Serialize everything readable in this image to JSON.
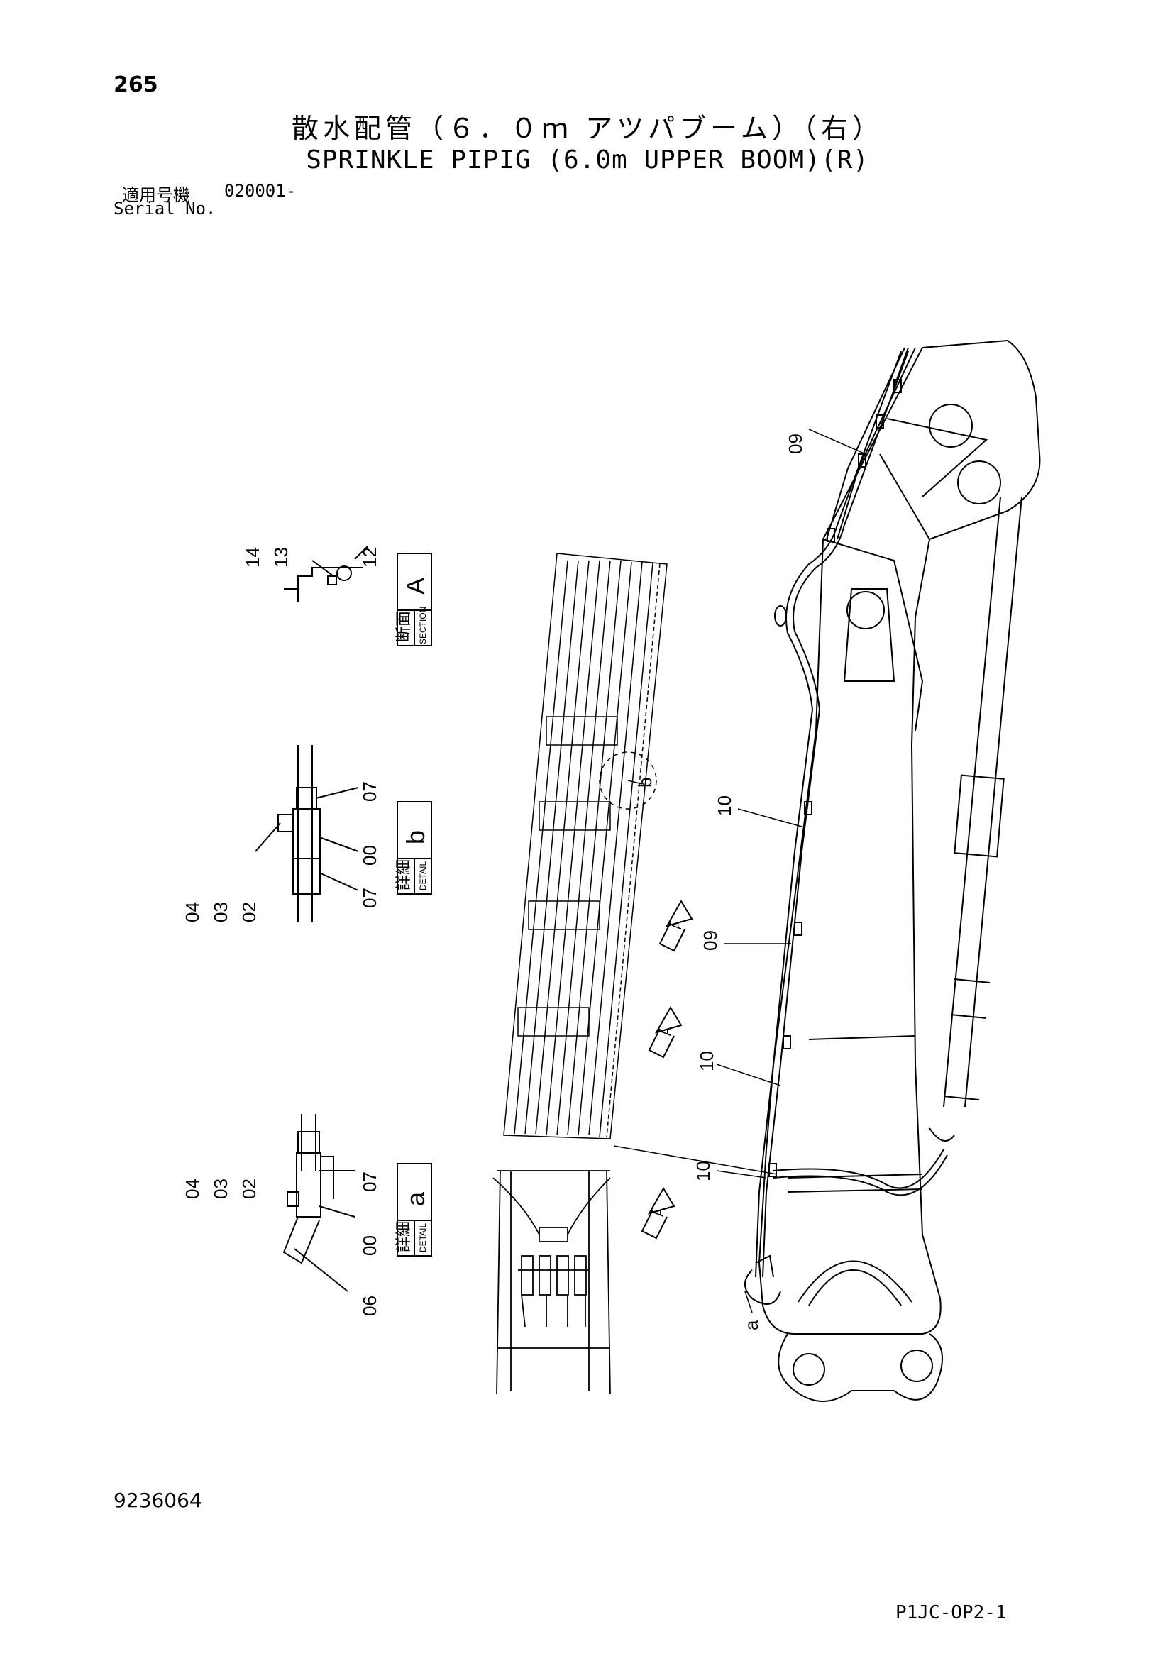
{
  "page_number": "265",
  "title_jp": "散水配管（６．０ｍ アツパブーム）（右）",
  "title_en": "SPRINKLE PIPIG (6.0m UPPER BOOM)(R)",
  "serial_label_jp": "適用号機",
  "serial_value": "020001-",
  "serial_label_en": "Serial No.",
  "doc_number": "9236064",
  "page_code": "P1JC-OP2-1",
  "callouts": {
    "c09_top": "09",
    "c12": "12",
    "c13": "13",
    "c14": "14",
    "c10_upper": "10",
    "c09_mid": "09",
    "c10_mid": "10",
    "c10_low": "10",
    "cb_07_top": "07",
    "cb_00": "00",
    "cb_07_bot": "07",
    "cb_04": "04",
    "cb_03": "03",
    "cb_02": "02",
    "ca_04": "04",
    "ca_03": "03",
    "ca_02": "02",
    "ca_07": "07",
    "ca_00": "00",
    "ca_06": "06",
    "ref_b": "b",
    "ref_a": "a"
  },
  "section_box": {
    "jp": "断面",
    "letter": "A",
    "en": "SECTION"
  },
  "detail_box_b": {
    "jp": "詳細",
    "letter": "b",
    "en": "DETAIL"
  },
  "detail_box_a": {
    "jp": "詳細",
    "letter": "a",
    "en": "DETAIL"
  },
  "arrow_label": "A"
}
